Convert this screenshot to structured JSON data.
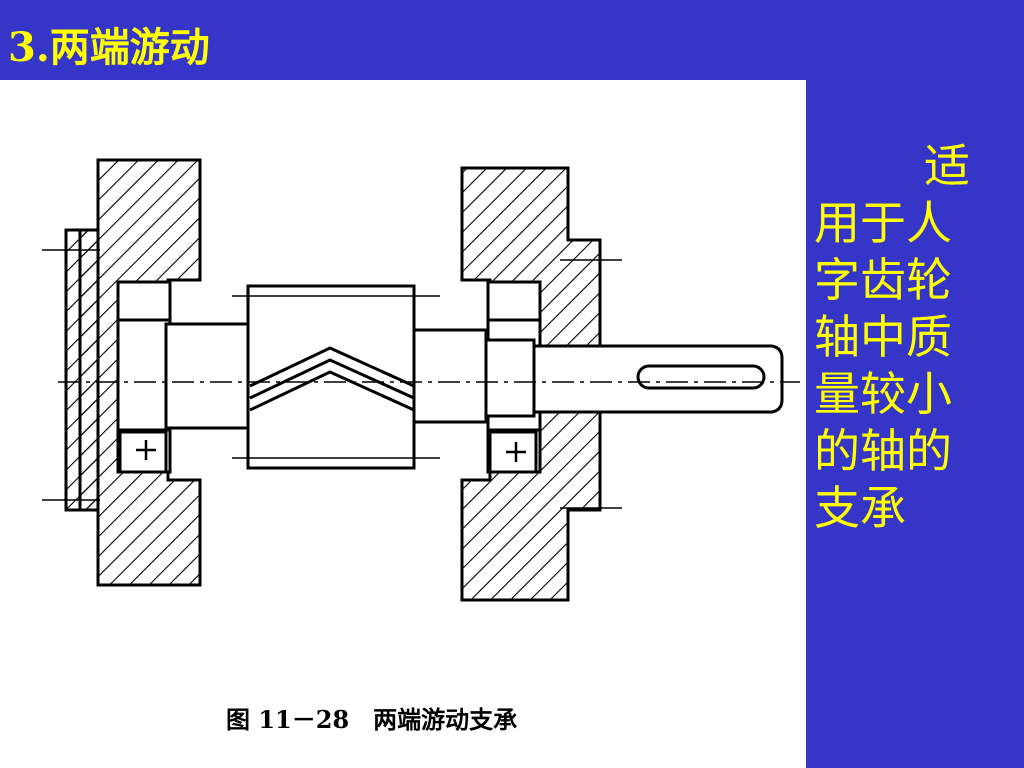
{
  "slide": {
    "title": "3.两端游动",
    "caption": "图 11－28　两端游动支承",
    "description": "适用于人字齿轮轴中质量较小的轴的支承",
    "colors": {
      "background": "#3535c8",
      "title_text": "#ffff00",
      "body_text": "#ffff00",
      "figure_background": "#ffffff"
    }
  }
}
